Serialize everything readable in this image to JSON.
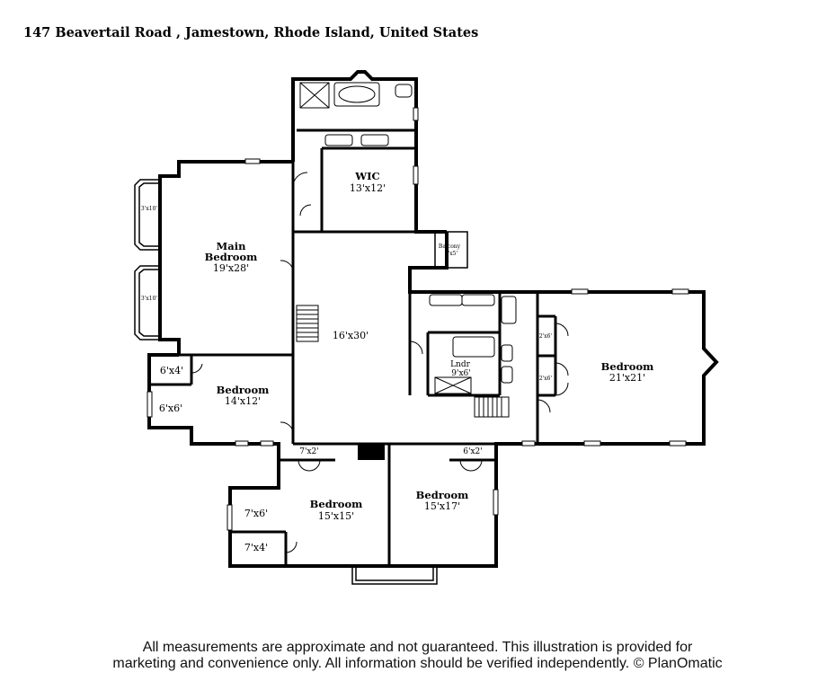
{
  "header": {
    "address": "147 Beavertail Road , Jamestown, Rhode Island, United States"
  },
  "rooms": {
    "wic": {
      "name": "WIC",
      "size": "13'x12'"
    },
    "main_bedroom": {
      "name_line1": "Main",
      "name_line2": "Bedroom",
      "size": "19'x28'"
    },
    "balcony": {
      "name": "Balcony",
      "size": "3'x5'"
    },
    "great_room": {
      "size": "16'x30'"
    },
    "closet_6x4": {
      "size": "6'x4'"
    },
    "bedroom_14x12": {
      "name": "Bedroom",
      "size": "14'x12'"
    },
    "closet_6x6": {
      "size": "6'x6'"
    },
    "laundry": {
      "name": "Lndr",
      "size": "9'x6'"
    },
    "bedroom_21x21": {
      "name": "Bedroom",
      "size": "21'x21'"
    },
    "closet_2x6_a": {
      "size": "2'x6'"
    },
    "closet_2x6_b": {
      "size": "2'x6'"
    },
    "bay_3x10_top": {
      "size": "3'x10'"
    },
    "bay_3x10_bottom": {
      "size": "3'x10'"
    },
    "closet_7x2": {
      "size": "7'x2'"
    },
    "closet_6x2": {
      "size": "6'x2'"
    },
    "bedroom_15x15": {
      "name": "Bedroom",
      "size": "15'x15'"
    },
    "bedroom_15x17": {
      "name": "Bedroom",
      "size": "15'x17'"
    },
    "closet_7x6": {
      "size": "7'x6'"
    },
    "closet_7x4": {
      "size": "7'x4'"
    }
  },
  "footer": {
    "line1": "All measurements are approximate and not guaranteed. This illustration is provided for",
    "line2": "marketing and convenience only. All information should be verified independently. © PlanOmatic"
  }
}
